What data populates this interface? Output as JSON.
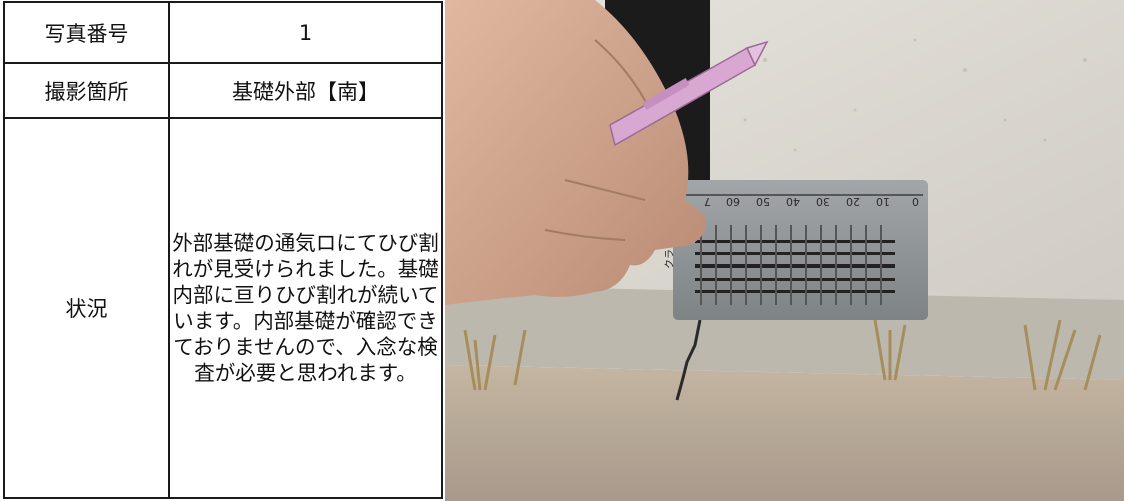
{
  "table": {
    "photo_no_label": "写真番号",
    "photo_no_value": "1",
    "location_label": "撮影箇所",
    "location_value": "基礎外部【南】",
    "status_label": "状況",
    "status_text": "外部基礎の通気ロにてひび割れが見受けられました。基礎内部に亘りひび割れが続いています。内部基礎が確認できておりませんので、入念な検査が必要と思われます。"
  },
  "photo": {
    "subject": "crack-scale-photo",
    "gauge_brand": "クラックスケール",
    "ruler_ticks": [
      "0",
      "10",
      "20",
      "30",
      "40",
      "50",
      "60",
      "7"
    ]
  },
  "colors": {
    "border": "#1a1a1a",
    "concrete": "#d9d6cf",
    "ground": "#b9ab97",
    "scale": "#8f9497"
  }
}
